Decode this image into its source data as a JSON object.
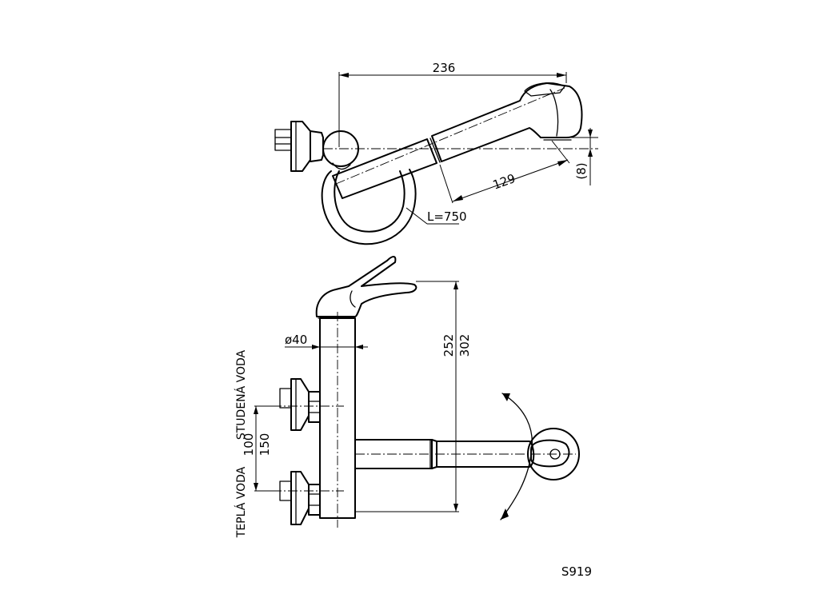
{
  "top_view": {
    "dim_length": "236",
    "dim_spray": "129",
    "dim_offset": "(8)",
    "hose_label": "L=750"
  },
  "side_view": {
    "dim_body_diameter": "ø40",
    "dim_height_1": "252",
    "dim_height_2": "302",
    "dim_inlet_spacing_1": "100",
    "dim_inlet_spacing_2": "150",
    "label_cold_water": "STUDENÁ VODA",
    "label_hot_water": "TEPLÁ VODA"
  },
  "model_code": "S919"
}
